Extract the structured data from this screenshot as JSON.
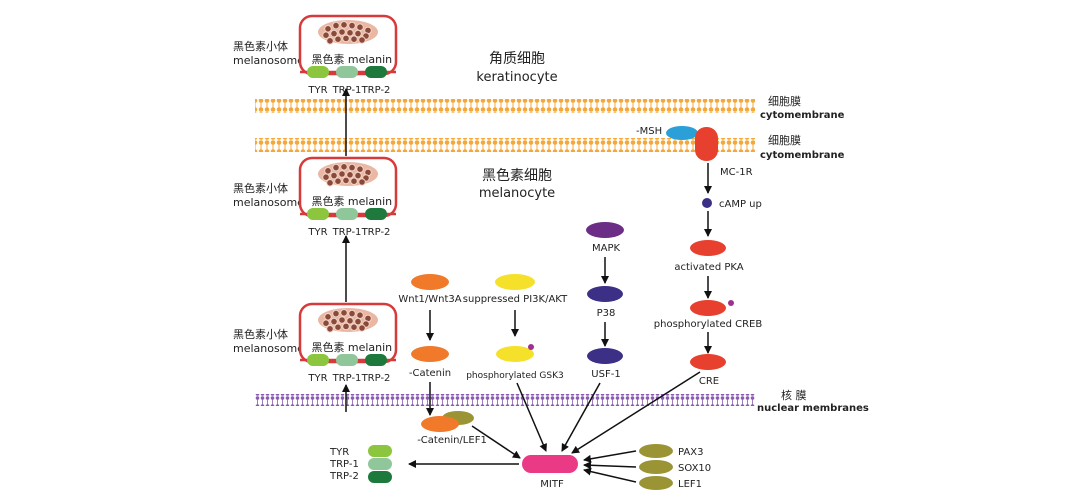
{
  "keratinocyte": {
    "label_zh": "角质细胞",
    "label_en": "keratinocyte"
  },
  "melanocyte": {
    "label_zh": "黑色素细胞",
    "label_en": "melanocyte"
  },
  "membrane_upper": {
    "label_zh": "细胞膜",
    "label_en": "cytomembrane"
  },
  "membrane_lower": {
    "label_zh": "细胞膜",
    "label_en": "cytomembrane"
  },
  "nuclear_membrane": {
    "label_zh": "核 膜",
    "label_en": "nuclear membranes"
  },
  "melanosome": {
    "label_zh": "黑色素小体",
    "label_en": "melanosome",
    "pigment_zh": "黑色素",
    "pigment_en": "melanin",
    "enzymes": [
      "TYR",
      "TRP-1",
      "TRP-2"
    ]
  },
  "pathway": {
    "msh": "-MSH",
    "mc1r": "MC-1R",
    "camp": "cAMP up",
    "pka": "activated PKA",
    "creb": "phosphorylated CREB",
    "cre": "CRE",
    "mapk": "MAPK",
    "p38": "P38",
    "usf1": "USF-1",
    "pi3k": "suppressed PI3K/AKT",
    "gsk3": "phosphorylated GSK3",
    "wnt": "Wnt1/Wnt3A",
    "catenin": "-Catenin",
    "catenin_lef1": "-Catenin/LEF1",
    "mitf": "MITF",
    "pax3": "PAX3",
    "sox10": "SOX10",
    "lef1": "LEF1"
  },
  "output_genes": [
    "TYR",
    "TRP-1",
    "TRP-2"
  ],
  "colors": {
    "membrane": "#f4a83a",
    "nuclear": "#8a5bb0",
    "red": "#e8402e",
    "orange": "#f07a2a",
    "yellow": "#f5e02a",
    "purple": "#6b2d86",
    "navy": "#3b2f86",
    "olive": "#9a9434",
    "pink": "#ea3a86",
    "green1": "#8cc63e",
    "green2": "#8fc79a",
    "green3": "#1e7a3c",
    "blue": "#2a9fd8"
  }
}
